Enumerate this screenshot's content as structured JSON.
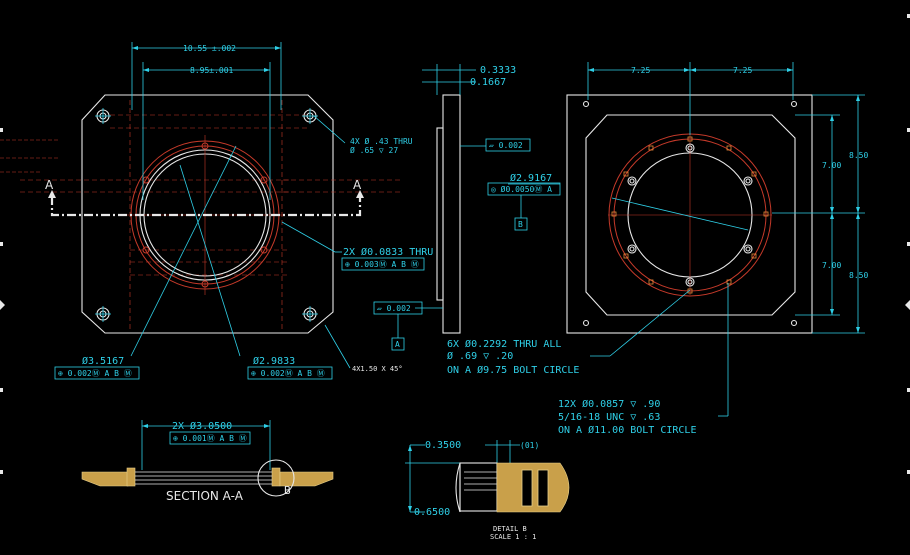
{
  "front_view": {
    "dim_top_outer": "10.55 ±.002",
    "dim_top_inner": "8.95±.001",
    "section_mark_left": "A",
    "section_mark_right": "A",
    "mount_hole_note_l1": "4X Ø .43 THRU",
    "mount_hole_note_l2": "Ø .65 ▽ 27",
    "hole_callout": "2X Ø0.0833 THRU",
    "hole_fcf": "⊕ 0.003Ⓜ A B Ⓜ",
    "dia_outer": "Ø3.5167",
    "dia_outer_fcf": "⊕ 0.002Ⓜ A B Ⓜ",
    "dia_inner": "Ø2.9833",
    "dia_inner_fcf": "⊕ 0.002Ⓜ A B Ⓜ",
    "chamfer": "4X1.50 X 45°"
  },
  "side_view": {
    "dim_a": "0.3333",
    "dim_b": "0.1667",
    "flatness_top": "▱ 0.002",
    "flatness_bottom": "▱ 0.002",
    "bore": "Ø2.9167",
    "bore_fcf": "◎ Ø0.0050Ⓜ A",
    "datum_a": "A",
    "datum_b": "B"
  },
  "right_view": {
    "dim_top_left": "7.25",
    "dim_top_right": "7.25",
    "dim_right_upper_inner": "7.00",
    "dim_right_lower_inner": "7.00",
    "dim_right_upper_outer": "8.50",
    "dim_right_lower_outer": "8.50",
    "bolt_note_l1": "6X Ø0.2292 THRU ALL",
    "bolt_note_l2": "Ø .69 ▽ .20",
    "bolt_note_l3": "ON A Ø9.75 BOLT CIRCLE",
    "tap_note_l1": "12X Ø0.0857 ▽ .90",
    "tap_note_l2": "5/16-18 UNC  ▽ .63",
    "tap_note_l3": "ON A Ø11.00 BOLT CIRCLE"
  },
  "section_view": {
    "dim": "2X Ø3.0500",
    "fcf": "⊕ 0.001Ⓜ A B Ⓜ",
    "title": "SECTION A-A",
    "detail_ref": "B"
  },
  "detail_view": {
    "dim_top": "0.3500",
    "dim_ref": "(01)",
    "dim_bottom": "0.6500",
    "title": "DETAIL B",
    "scale": "SCALE 1 : 1"
  },
  "colors": {
    "background": "#000000",
    "outline": "#e8e8e8",
    "dimension": "#2fd0e8",
    "hidden": "#c63a2a",
    "hatch": "#c9a04a"
  }
}
